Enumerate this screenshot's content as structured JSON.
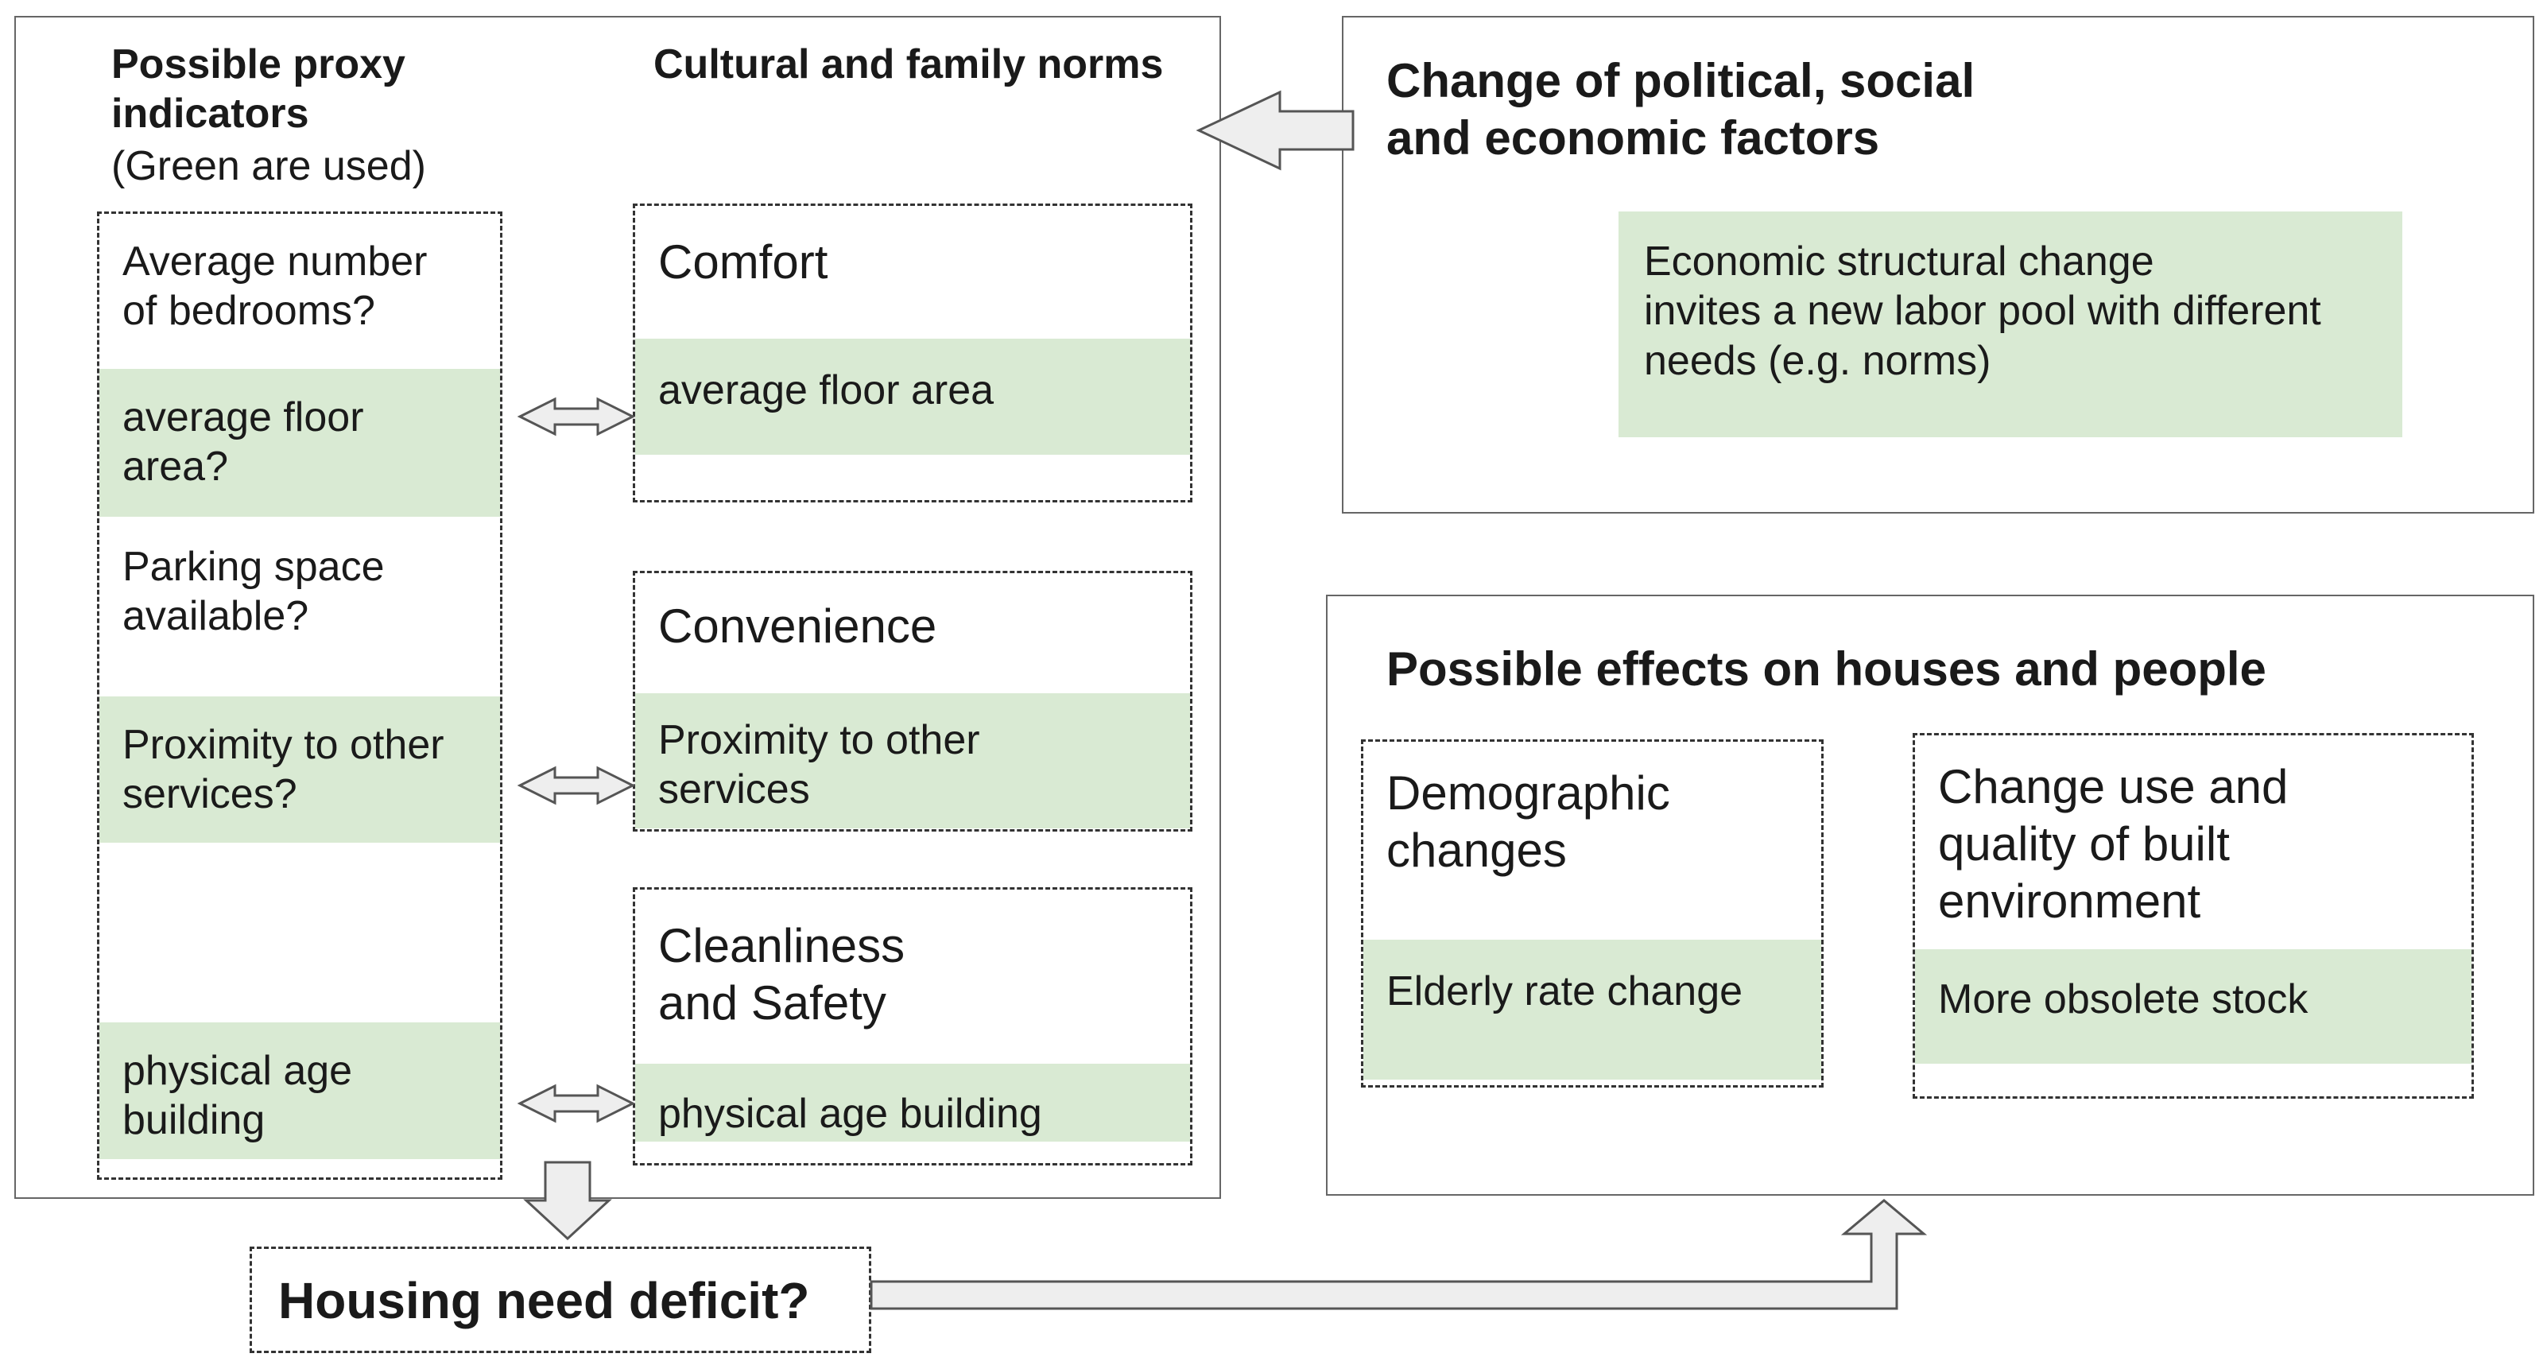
{
  "left_panel": {
    "proxy_heading": "Possible proxy\nindicators",
    "proxy_note": "(Green are used)",
    "norms_heading": "Cultural and family norms",
    "proxy_items": [
      "Average number\nof bedrooms?",
      "average floor\narea?",
      "Parking space\navailable?",
      "Proximity to other\nservices?",
      "physical age\nbuilding"
    ],
    "norms": [
      {
        "title": "Comfort",
        "indicator": "average floor area"
      },
      {
        "title": "Convenience",
        "indicator": "Proximity to other\nservices"
      },
      {
        "title": "Cleanliness\nand Safety",
        "indicator": "physical age building"
      }
    ]
  },
  "factors_panel": {
    "title": "Change of political, social\nand economic factors",
    "note": "Economic structural change\ninvites a new labor pool with different\nneeds (e.g. norms)"
  },
  "effects_panel": {
    "title": "Possible effects on houses and people",
    "demographic": {
      "title": "Demographic\nchanges",
      "indicator": "Elderly rate change"
    },
    "built_env": {
      "title": "Change use and\nquality of built\nenvironment",
      "indicator": "More obsolete stock"
    }
  },
  "deficit": {
    "label": "Housing need deficit?"
  },
  "colors": {
    "used_indicator": "#d9ead3",
    "border": "#333333",
    "arrow_fill": "#eeeeee"
  }
}
